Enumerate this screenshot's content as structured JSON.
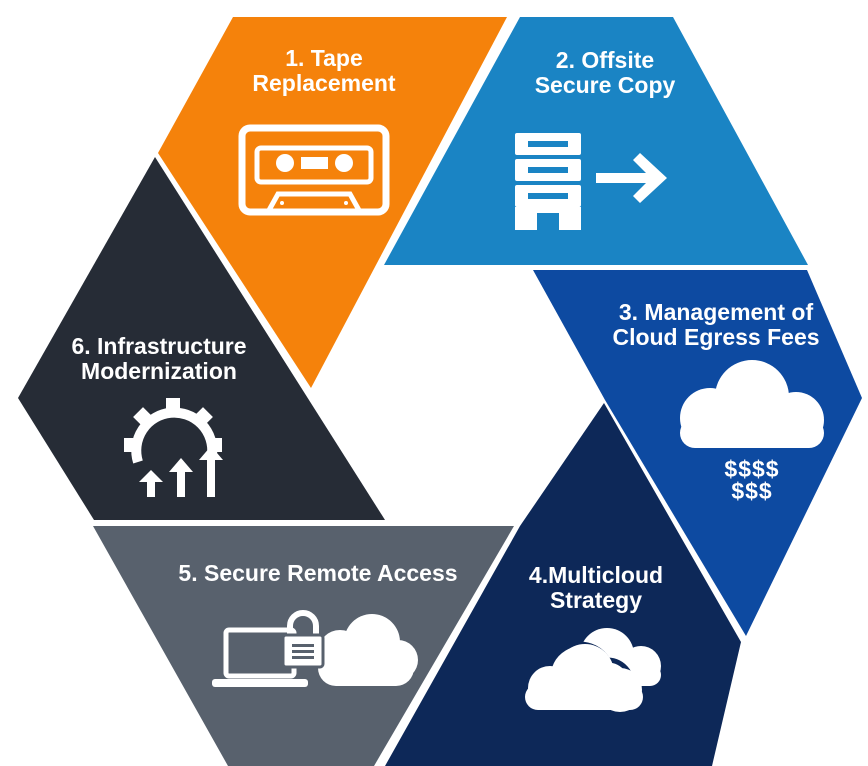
{
  "segments": [
    {
      "id": "tape",
      "number": "1.",
      "label_lines": [
        "1. Tape",
        "Replacement"
      ],
      "color": "#F5820B",
      "icon": "cassette-tape-icon"
    },
    {
      "id": "offsite",
      "label_lines": [
        "2. Offsite",
        "Secure Copy"
      ],
      "color": "#1A84C4",
      "icon": "server-arrow-icon"
    },
    {
      "id": "egress",
      "label_lines": [
        "3. Management of",
        "Cloud Egress Fees"
      ],
      "color": "#0D4AA1",
      "icon": "cloud-money-icon",
      "icon_text_lines": [
        "$$$$",
        "$$$"
      ]
    },
    {
      "id": "multicloud",
      "label_lines": [
        "4.Multicloud",
        "Strategy"
      ],
      "color": "#0D2858",
      "icon": "clouds-icon"
    },
    {
      "id": "remote",
      "label_lines": [
        "5. Secure Remote Access"
      ],
      "color": "#58616D",
      "icon": "laptop-lock-cloud-icon"
    },
    {
      "id": "infra",
      "label_lines": [
        "6. Infrastructure",
        "Modernization"
      ],
      "color": "#262C36",
      "icon": "gear-arrows-icon"
    }
  ]
}
